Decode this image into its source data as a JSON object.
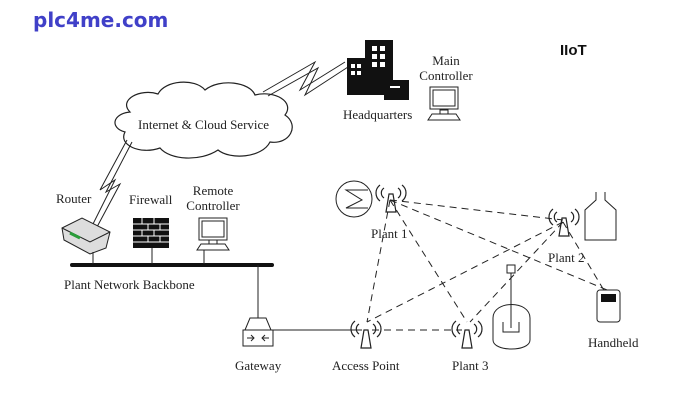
{
  "brand": "plc4me.com",
  "title": "IIoT",
  "nodes": {
    "cloud": "Internet & Cloud Service",
    "headquarters": "Headquarters",
    "main_controller_1": "Main",
    "main_controller_2": "Controller",
    "router": "Router",
    "firewall": "Firewall",
    "remote_controller_1": "Remote",
    "remote_controller_2": "Controller",
    "backbone": "Plant Network Backbone",
    "gateway": "Gateway",
    "access_point": "Access Point",
    "plant1": "Plant 1",
    "plant2": "Plant 2",
    "plant3": "Plant 3",
    "handheld": "Handheld"
  },
  "accent_colors": {
    "brand": "#4040c8",
    "router_led": "#2a9d3a"
  }
}
